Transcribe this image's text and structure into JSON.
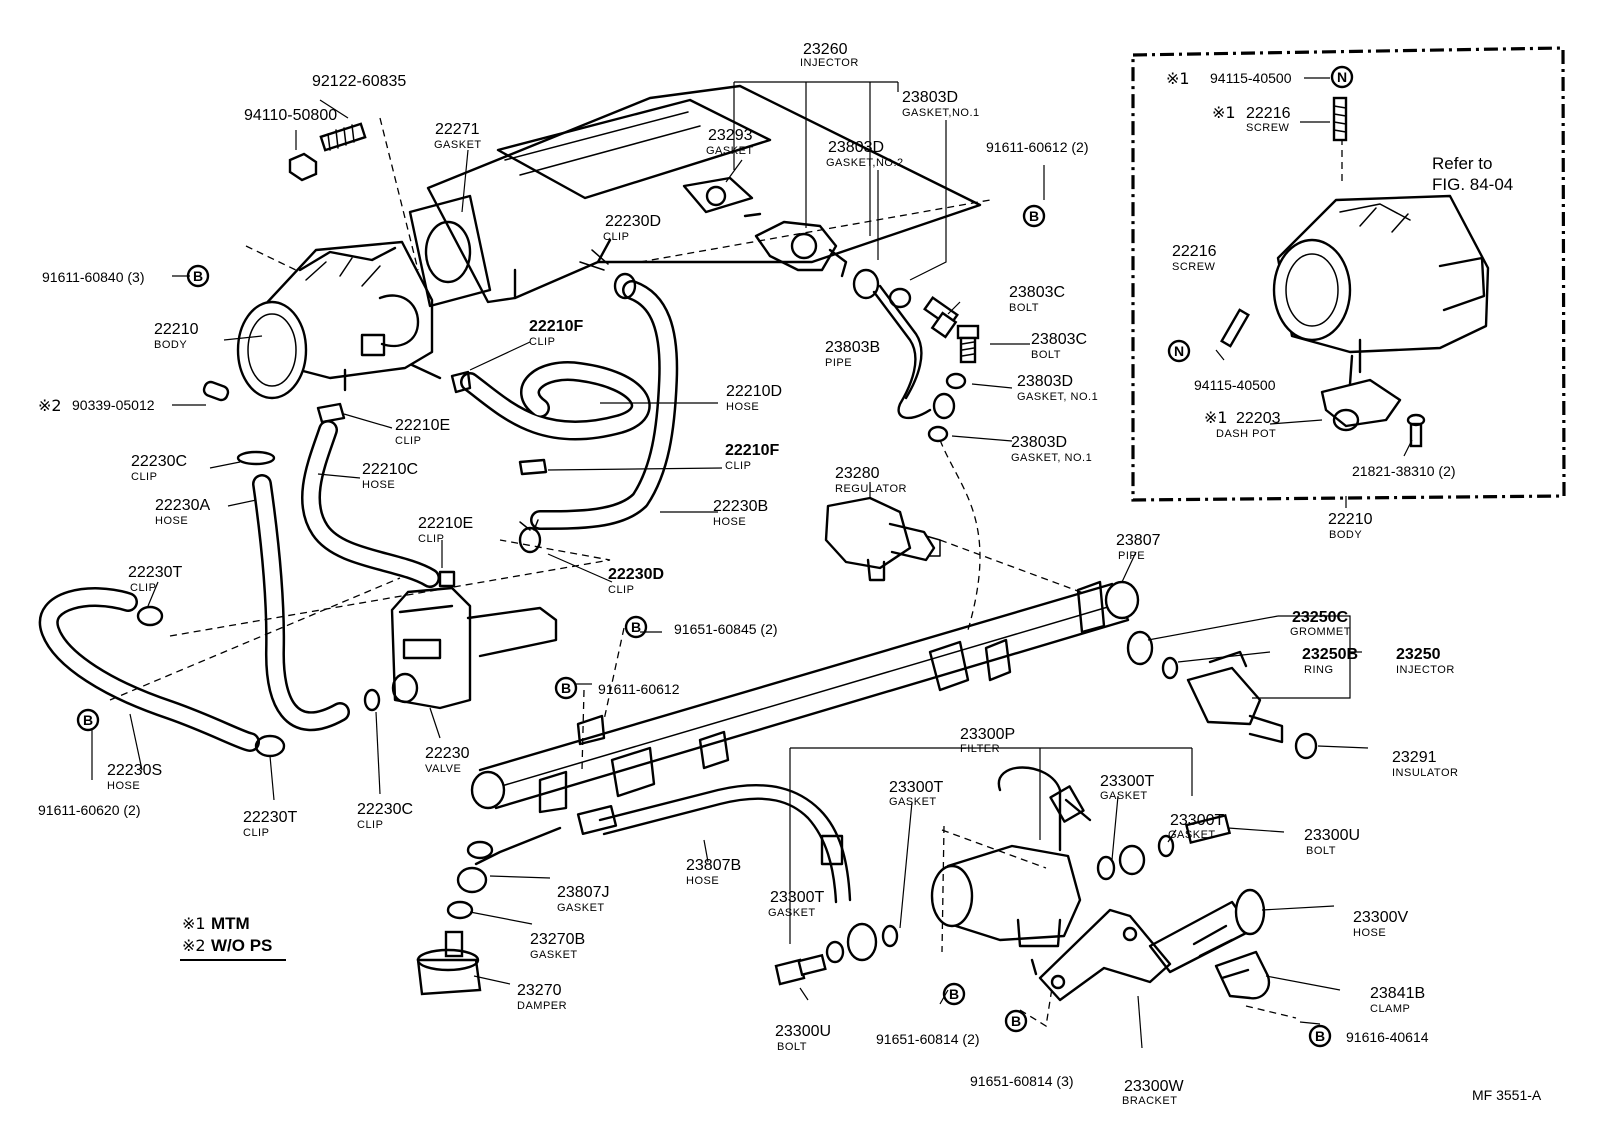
{
  "labels": {
    "injector_top_num": "23260",
    "injector_top_sub": "INJECTOR",
    "bolt_stud_num": "92122-60835",
    "nut_num": "94110-50800",
    "gasket_22271_num": "22271",
    "gasket_22271_sub": "GASKET",
    "gasket_23293_num": "23293",
    "gasket_23293_sub": "GASKET",
    "gasket_no2_num": "23803D",
    "gasket_no2_sub": "GASKET,NO.2",
    "gasket_no1_top_num": "23803D",
    "gasket_no1_top_sub": "GASKET,NO.1",
    "bolt_91611_60612_2": "91611-60612 (2)",
    "clip_22230d_top_num": "22230D",
    "clip_22230d_top_sub": "CLIP",
    "b_91611_60840": "91611-60840 (3)",
    "body_22210_num": "22210",
    "body_22210_sub": "BODY",
    "clip_22210f_a_num": "22210F",
    "clip_22210f_a_sub": "CLIP",
    "pipe_23803b_num": "23803B",
    "pipe_23803b_sub": "PIPE",
    "bolt_23803c_a_num": "23803C",
    "bolt_23803c_a_sub": "BOLT",
    "bolt_23803c_b_num": "23803C",
    "bolt_23803c_b_sub": "BOLT",
    "gasket_23803d_a_num": "23803D",
    "gasket_23803d_a_sub": "GASKET, NO.1",
    "gasket_23803d_b_num": "23803D",
    "gasket_23803d_b_sub": "GASKET, NO.1",
    "mark2_part": "90339-05012",
    "hose_22210d_num": "22210D",
    "hose_22210d_sub": "HOSE",
    "clip_22210e_a_num": "22210E",
    "clip_22210e_a_sub": "CLIP",
    "clip_22210f_b_num": "22210F",
    "clip_22210f_b_sub": "CLIP",
    "clip_22230c_a_num": "22230C",
    "clip_22230c_a_sub": "CLIP",
    "hose_22210c_num": "22210C",
    "hose_22210c_sub": "HOSE",
    "hose_22230a_num": "22230A",
    "hose_22230a_sub": "HOSE",
    "hose_22230b_num": "22230B",
    "hose_22230b_sub": "HOSE",
    "clip_22210e_b_num": "22210E",
    "clip_22210e_b_sub": "CLIP",
    "regulator_num": "23280",
    "regulator_sub": "REGULATOR",
    "clip_22230t_a_num": "22230T",
    "clip_22230t_a_sub": "CLIP",
    "clip_22230d_b_num": "22230D",
    "clip_22230d_b_sub": "CLIP",
    "pipe_23807_num": "23807",
    "pipe_23807_sub": "PIPE",
    "b_91651_60845": "91651-60845 (2)",
    "b_91611_60612": "91611-60612",
    "valve_num": "22230",
    "valve_sub": "VALVE",
    "b_91611_60620": "91611-60620 (2)",
    "hose_22230s_num": "22230S",
    "hose_22230s_sub": "HOSE",
    "clip_22230t_b_num": "22230T",
    "clip_22230t_b_sub": "CLIP",
    "clip_22230c_b_num": "22230C",
    "clip_22230c_b_sub": "CLIP",
    "grommet_num": "23250C",
    "grommet_sub": "GROMMET",
    "ring_num": "23250B",
    "ring_sub": "RING",
    "injector_right_num": "23250",
    "injector_right_sub": "INJECTOR",
    "insulator_num": "23291",
    "insulator_sub": "INSULATOR",
    "filter_num": "23300P",
    "filter_sub": "FILTER",
    "gasket_23300t_a_num": "23300T",
    "gasket_23300t_a_sub": "GASKET",
    "gasket_23300t_b_num": "23300T",
    "gasket_23300t_b_sub": "GASKET",
    "gasket_23300t_c_num": "23300T",
    "gasket_23300t_c_sub": "GASKET",
    "gasket_23300t_d_num": "23300T",
    "gasket_23300t_d_sub": "GASKET",
    "bolt_23300u_a_num": "23300U",
    "bolt_23300u_a_sub": "BOLT",
    "bolt_23300u_b_num": "23300U",
    "bolt_23300u_b_sub": "BOLT",
    "hose_23807b_num": "23807B",
    "hose_23807b_sub": "HOSE",
    "gasket_23807j_num": "23807J",
    "gasket_23807j_sub": "GASKET",
    "gasket_23270b_num": "23270B",
    "gasket_23270b_sub": "GASKET",
    "damper_num": "23270",
    "damper_sub": "DAMPER",
    "hose_23300v_num": "23300V",
    "hose_23300v_sub": "HOSE",
    "clamp_num": "23841B",
    "clamp_sub": "CLAMP",
    "b_91616_40614": "91616-40614",
    "b_91651_60814_2": "91651-60814 (2)",
    "b_91651_60814_3": "91651-60814 (3)",
    "bracket_num": "23300W",
    "bracket_sub": "BRACKET",
    "legend_1": "MTM",
    "legend_2": "W/O PS",
    "figure_code": "MF  3551-A",
    "inset_nut_num": "94115-40500",
    "inset_screw_a_num": "22216",
    "inset_screw_a_sub": "SCREW",
    "inset_refer_1": "Refer to",
    "inset_refer_2": "FIG. 84-04",
    "inset_screw_b_num": "22216",
    "inset_screw_b_sub": "SCREW",
    "inset_nut_b_num": "94115-40500",
    "inset_dashpot_num": "22203",
    "inset_dashpot_sub": "DASH POT",
    "inset_screw_c_num": "21821-38310 (2)",
    "inset_body_num": "22210",
    "inset_body_sub": "BODY"
  },
  "marks": {
    "note_1": "※1",
    "note_2": "※2",
    "circle_b": "B",
    "circle_n": "N"
  }
}
